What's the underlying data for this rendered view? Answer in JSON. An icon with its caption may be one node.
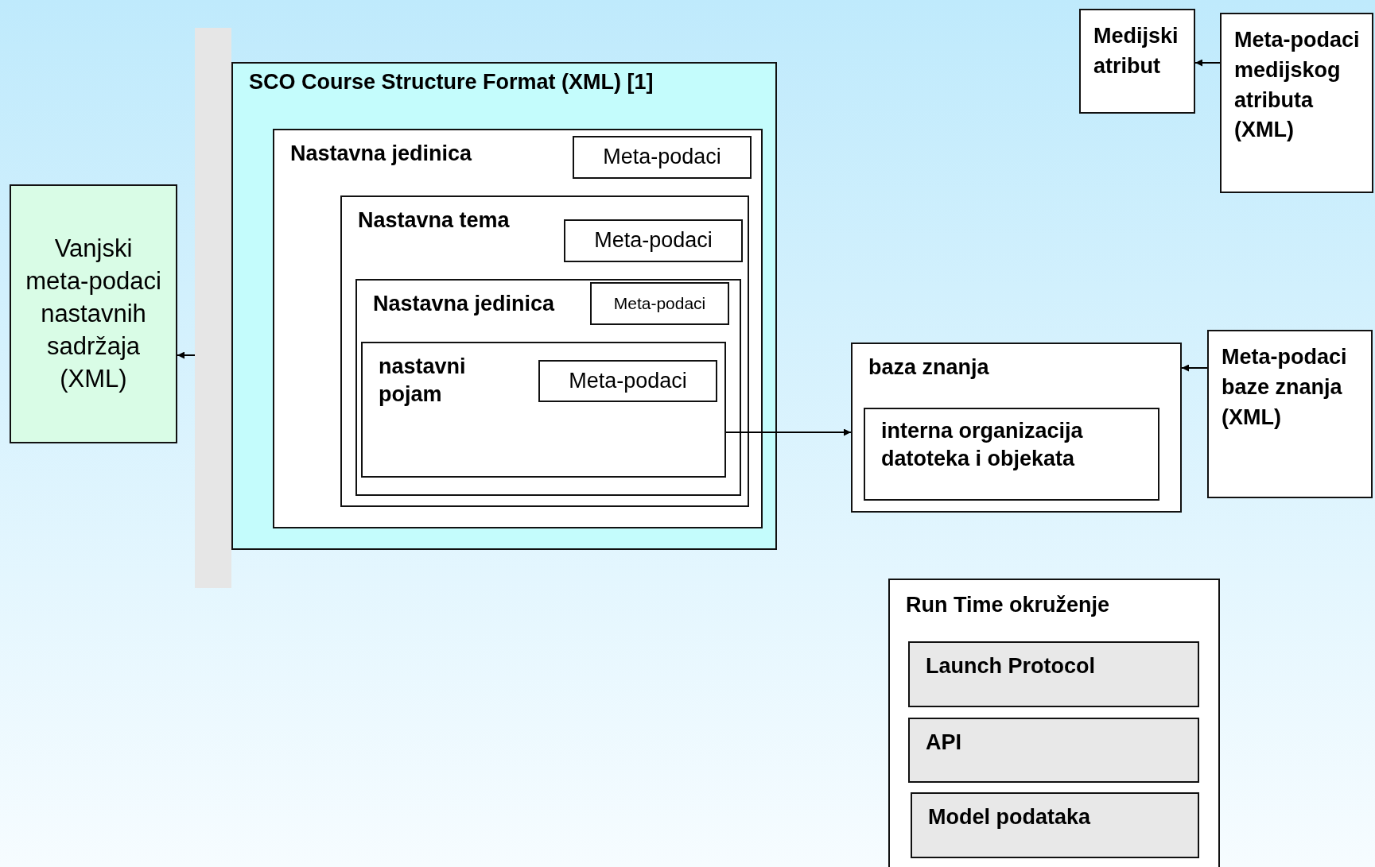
{
  "diagram": {
    "nodes": [
      {
        "text": [
          "Vanjski meta-podaci nastavnih sadržaja (XML)"
        ]
      },
      {
        "text": [],
        "shape": "bar"
      },
      {
        "text": [
          "SCO Course Structure Format (XML) [1]"
        ]
      },
      {
        "text": [
          "Nastavna jedinica"
        ],
        "in": 2
      },
      {
        "text": [
          "Meta-podaci"
        ],
        "in": 3
      },
      {
        "text": [
          "Nastavna tema"
        ],
        "in": 3
      },
      {
        "text": [
          "Meta-podaci"
        ],
        "in": 5
      },
      {
        "text": [
          "Nastavna jedinica"
        ],
        "in": 5
      },
      {
        "text": [
          "Meta-podaci"
        ],
        "in": 7
      },
      {
        "text": [
          "nastavni pojam"
        ],
        "in": 7
      },
      {
        "text": [
          "Meta-podaci"
        ],
        "in": 9
      },
      {
        "text": [
          "baza znanja"
        ]
      },
      {
        "text": [
          "interna organizacija datoteka i objekata"
        ],
        "in": 11
      },
      {
        "text": [
          "Meta-podaci baze znanja (XML)"
        ]
      },
      {
        "text": [
          "Medijski atribut"
        ]
      },
      {
        "text": [
          "Meta-podaci medijskog atributa (XML)"
        ]
      },
      {
        "text": [
          "Run Time okruženje"
        ]
      },
      {
        "text": [
          "Launch Protocol"
        ],
        "in": 16
      },
      {
        "text": [
          "API"
        ],
        "in": 16
      },
      {
        "text": [
          "Model podataka"
        ],
        "in": 16
      }
    ],
    "edges": [
      {
        "from": 1,
        "to": 0,
        "arrow": "to"
      },
      {
        "from": 9,
        "to": 11,
        "arrow": "to"
      },
      {
        "from": 13,
        "to": 11,
        "arrow": "to"
      },
      {
        "from": 15,
        "to": 14,
        "arrow": "to"
      }
    ]
  }
}
